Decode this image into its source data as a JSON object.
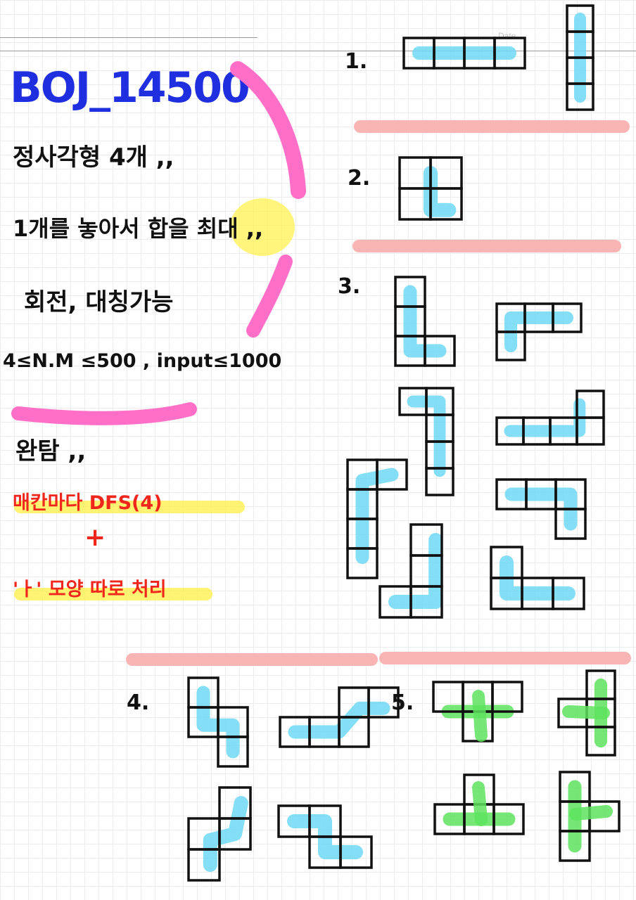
{
  "header": {
    "date_label": "Date"
  },
  "notes": {
    "title": "BOJ_14500",
    "line1": "정사각형 4개 ,,",
    "line2_a": "1개를 놓아서 합을 ",
    "line2_b": "최대",
    "line2_c": " ,,",
    "line3": "회전, 대칭가능",
    "line4": "4≤N.M ≤500 , input≤1000",
    "line5": "완탐 ,,",
    "red1": "매칸마다 DFS(4)",
    "plus": "+",
    "red2": "'ㅏ' 모양 따로 처리"
  },
  "labels": {
    "n1": "1.",
    "n2": "2.",
    "n3": "3.",
    "n4": "4.",
    "n5": "5."
  },
  "colors": {
    "title_blue": "#1f2fe0",
    "pink": "#ff6fc8",
    "salmon": "#f9b4b4",
    "cyan": "#6fd8f5",
    "green": "#5ee35e",
    "red": "#f0261c",
    "yellow": "#fff05a"
  }
}
